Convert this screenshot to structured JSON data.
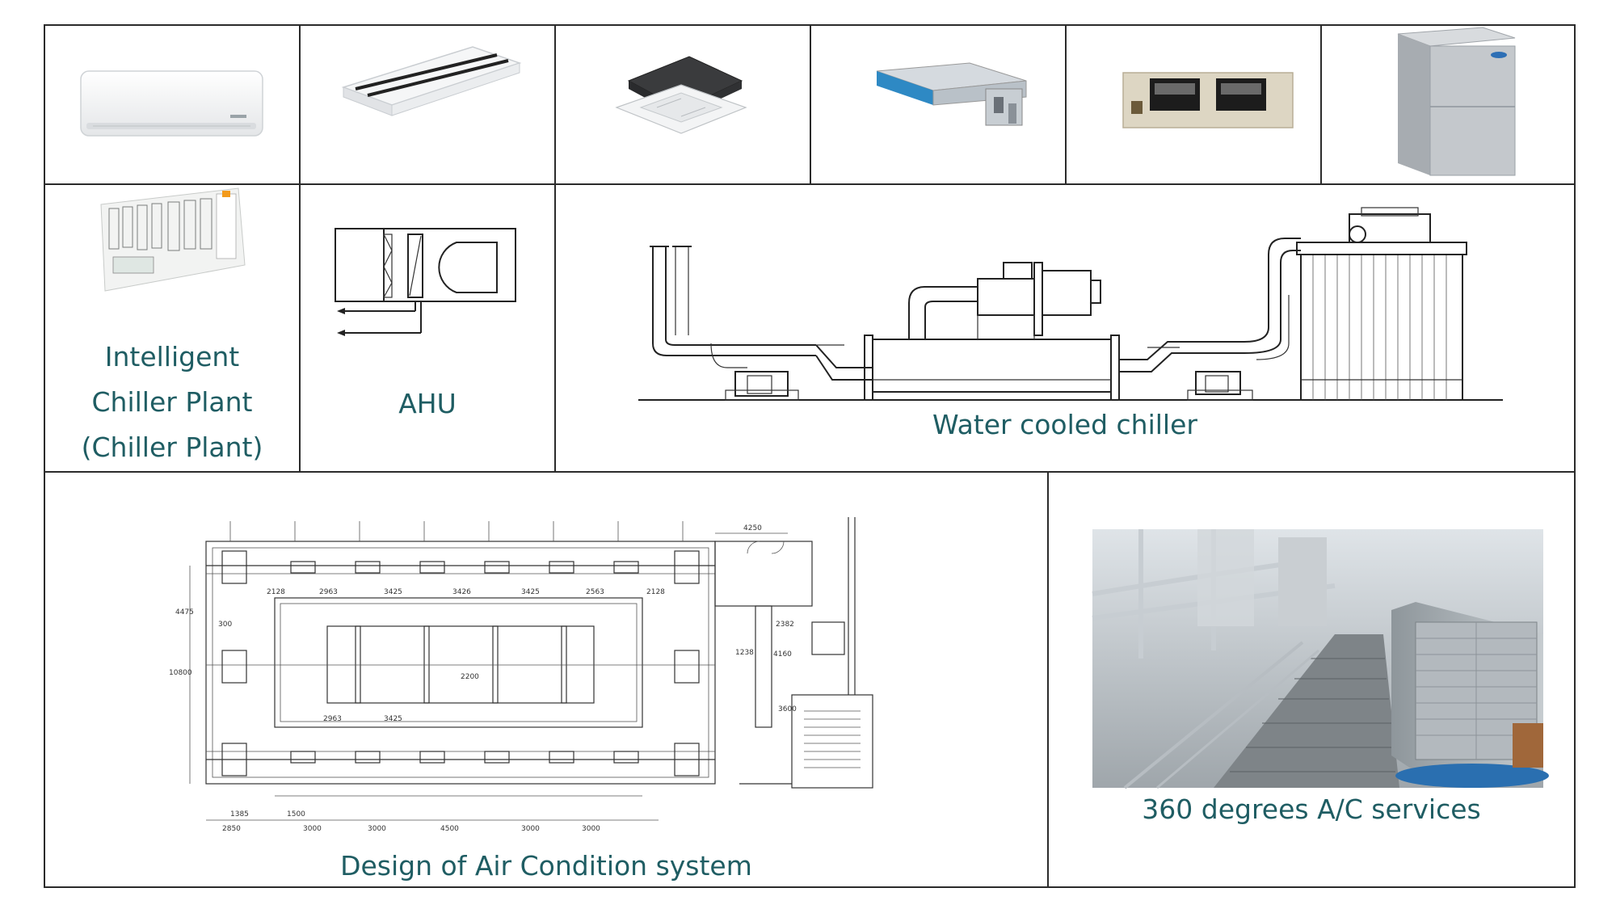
{
  "products": [
    {
      "name": "wall-mounted-split-unit"
    },
    {
      "name": "ceiling-suspended-unit"
    },
    {
      "name": "cassette-unit"
    },
    {
      "name": "ducted-fan-coil-unit"
    },
    {
      "name": "ducted-split-unit"
    },
    {
      "name": "package-unit"
    }
  ],
  "captions": {
    "chiller_plant_line1": "Intelligent",
    "chiller_plant_line2": "Chiller Plant",
    "chiller_plant_line3": "(Chiller Plant)",
    "ahu": "AHU",
    "water_cooled": "Water cooled chiller",
    "design": "Design of Air Condition system",
    "services": "360 degrees A/C services"
  },
  "drawing_dims": {
    "top": "4250",
    "row1": [
      "2128",
      "2963",
      "3425",
      "3426",
      "3425",
      "2563",
      "2128"
    ],
    "row2": [
      "2963",
      "3425"
    ],
    "bottom": [
      "1385",
      "1500",
      "2850",
      "3000",
      "3000",
      "4500",
      "3000",
      "3000"
    ],
    "left": [
      "4475",
      "300",
      "10800"
    ],
    "right": [
      "2382",
      "1238",
      "4160",
      "3600"
    ],
    "mid": "2200"
  },
  "colors": {
    "border": "#2b2b2b",
    "caption": "#1f5d63"
  }
}
